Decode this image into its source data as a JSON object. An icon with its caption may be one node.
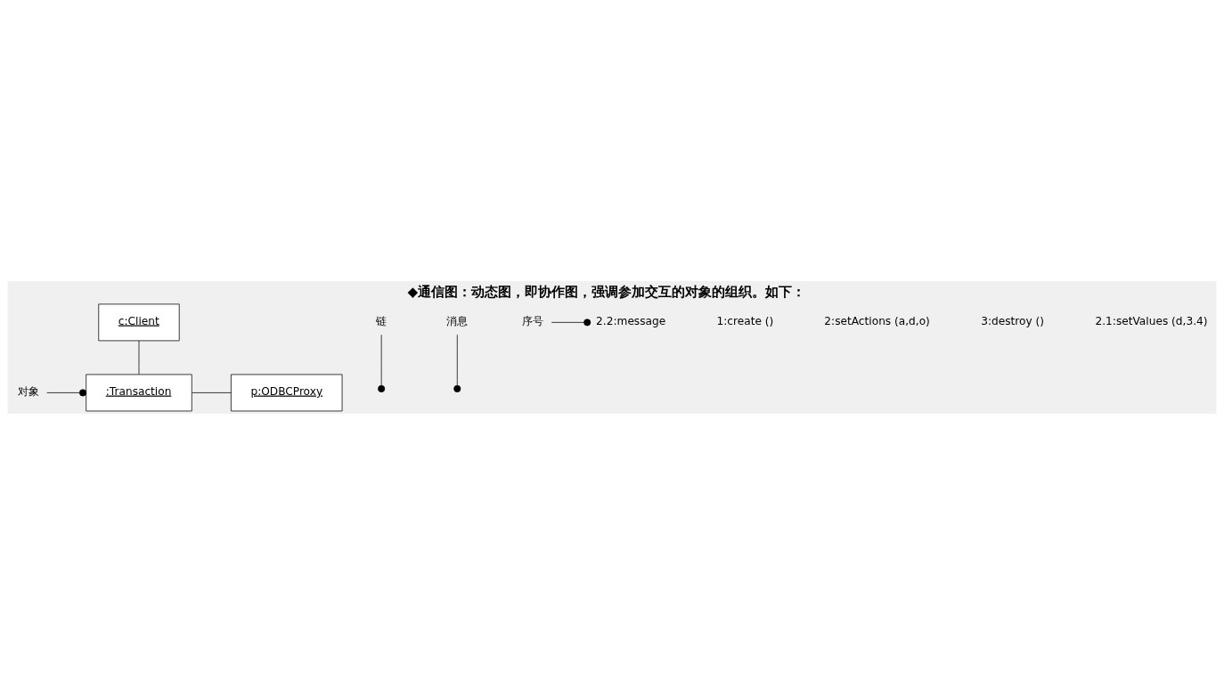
{
  "diagram": {
    "title": "◆通信图：动态图，即协作图，强调参加交互的对象的组织。如下：",
    "nodes": [
      {
        "text": [
          "c:Client"
        ]
      },
      {
        "text": [
          ":Transaction"
        ]
      },
      {
        "text": [
          "p:ODBCProxy"
        ]
      },
      {
        "text": [
          "链"
        ]
      },
      {
        "text": [
          "对象"
        ]
      },
      {
        "text": [
          "消息"
        ]
      },
      {
        "text": [
          "序号"
        ]
      },
      {
        "text": [
          "2.2:message"
        ]
      }
    ],
    "edges": [
      {
        "from": 0,
        "to": 1,
        "arrow": "none"
      },
      {
        "from": 1,
        "to": 2,
        "arrow": "none"
      },
      {
        "from": 3,
        "to": null,
        "arrow": "other"
      },
      {
        "from": 4,
        "to": 1,
        "arrow": "other"
      },
      {
        "from": 5,
        "to": null,
        "arrow": "other"
      },
      {
        "from": 6,
        "to": 7,
        "arrow": "other"
      }
    ],
    "labels": [
      "1:create ()",
      "2:setActions (a,d,o)",
      "3:destroy ()",
      "2.1:setValues (d,3.4)"
    ]
  }
}
